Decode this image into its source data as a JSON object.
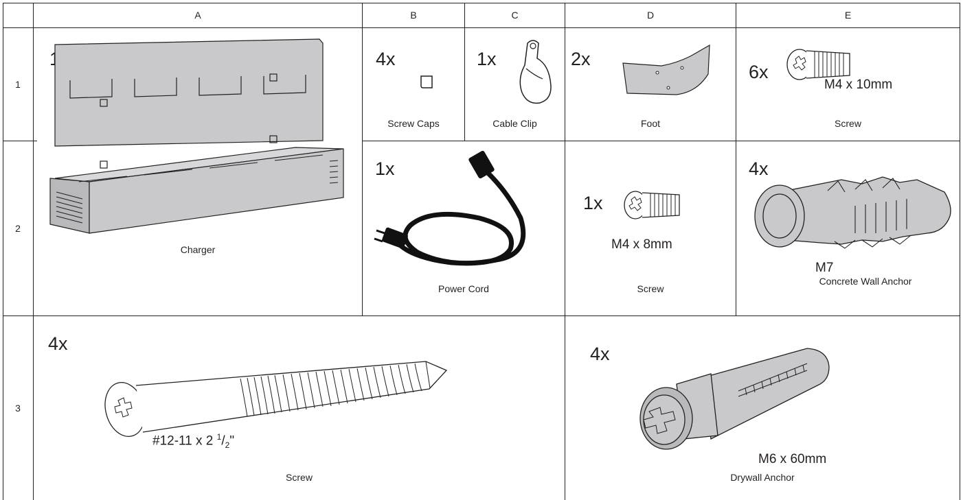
{
  "columns": [
    "A",
    "B",
    "C",
    "D",
    "E"
  ],
  "rows": [
    "1",
    "2",
    "3"
  ],
  "parts": {
    "charger": {
      "qty": "1x",
      "caption": "Charger"
    },
    "screw_caps": {
      "qty": "4x",
      "caption": "Screw Caps"
    },
    "cable_clip": {
      "qty": "1x",
      "caption": "Cable Clip"
    },
    "foot": {
      "qty": "2x",
      "caption": "Foot"
    },
    "screw_m4x10": {
      "qty": "6x",
      "size": "M4 x 10mm",
      "caption": "Screw"
    },
    "power_cord": {
      "qty": "1x",
      "caption": "Power Cord"
    },
    "screw_m4x8": {
      "qty": "1x",
      "size": "M4 x 8mm",
      "caption": "Screw"
    },
    "wall_anchor": {
      "qty": "4x",
      "size": "M7",
      "caption": "Concrete Wall Anchor"
    },
    "screw_12_11": {
      "qty": "4x",
      "size_main": "#12-11 x 2 ",
      "size_num": "1",
      "size_den": "2",
      "size_end": "\"",
      "caption": "Screw"
    },
    "drywall_anchor": {
      "qty": "4x",
      "size": "M6 x 60mm",
      "caption": "Drywall Anchor"
    }
  }
}
